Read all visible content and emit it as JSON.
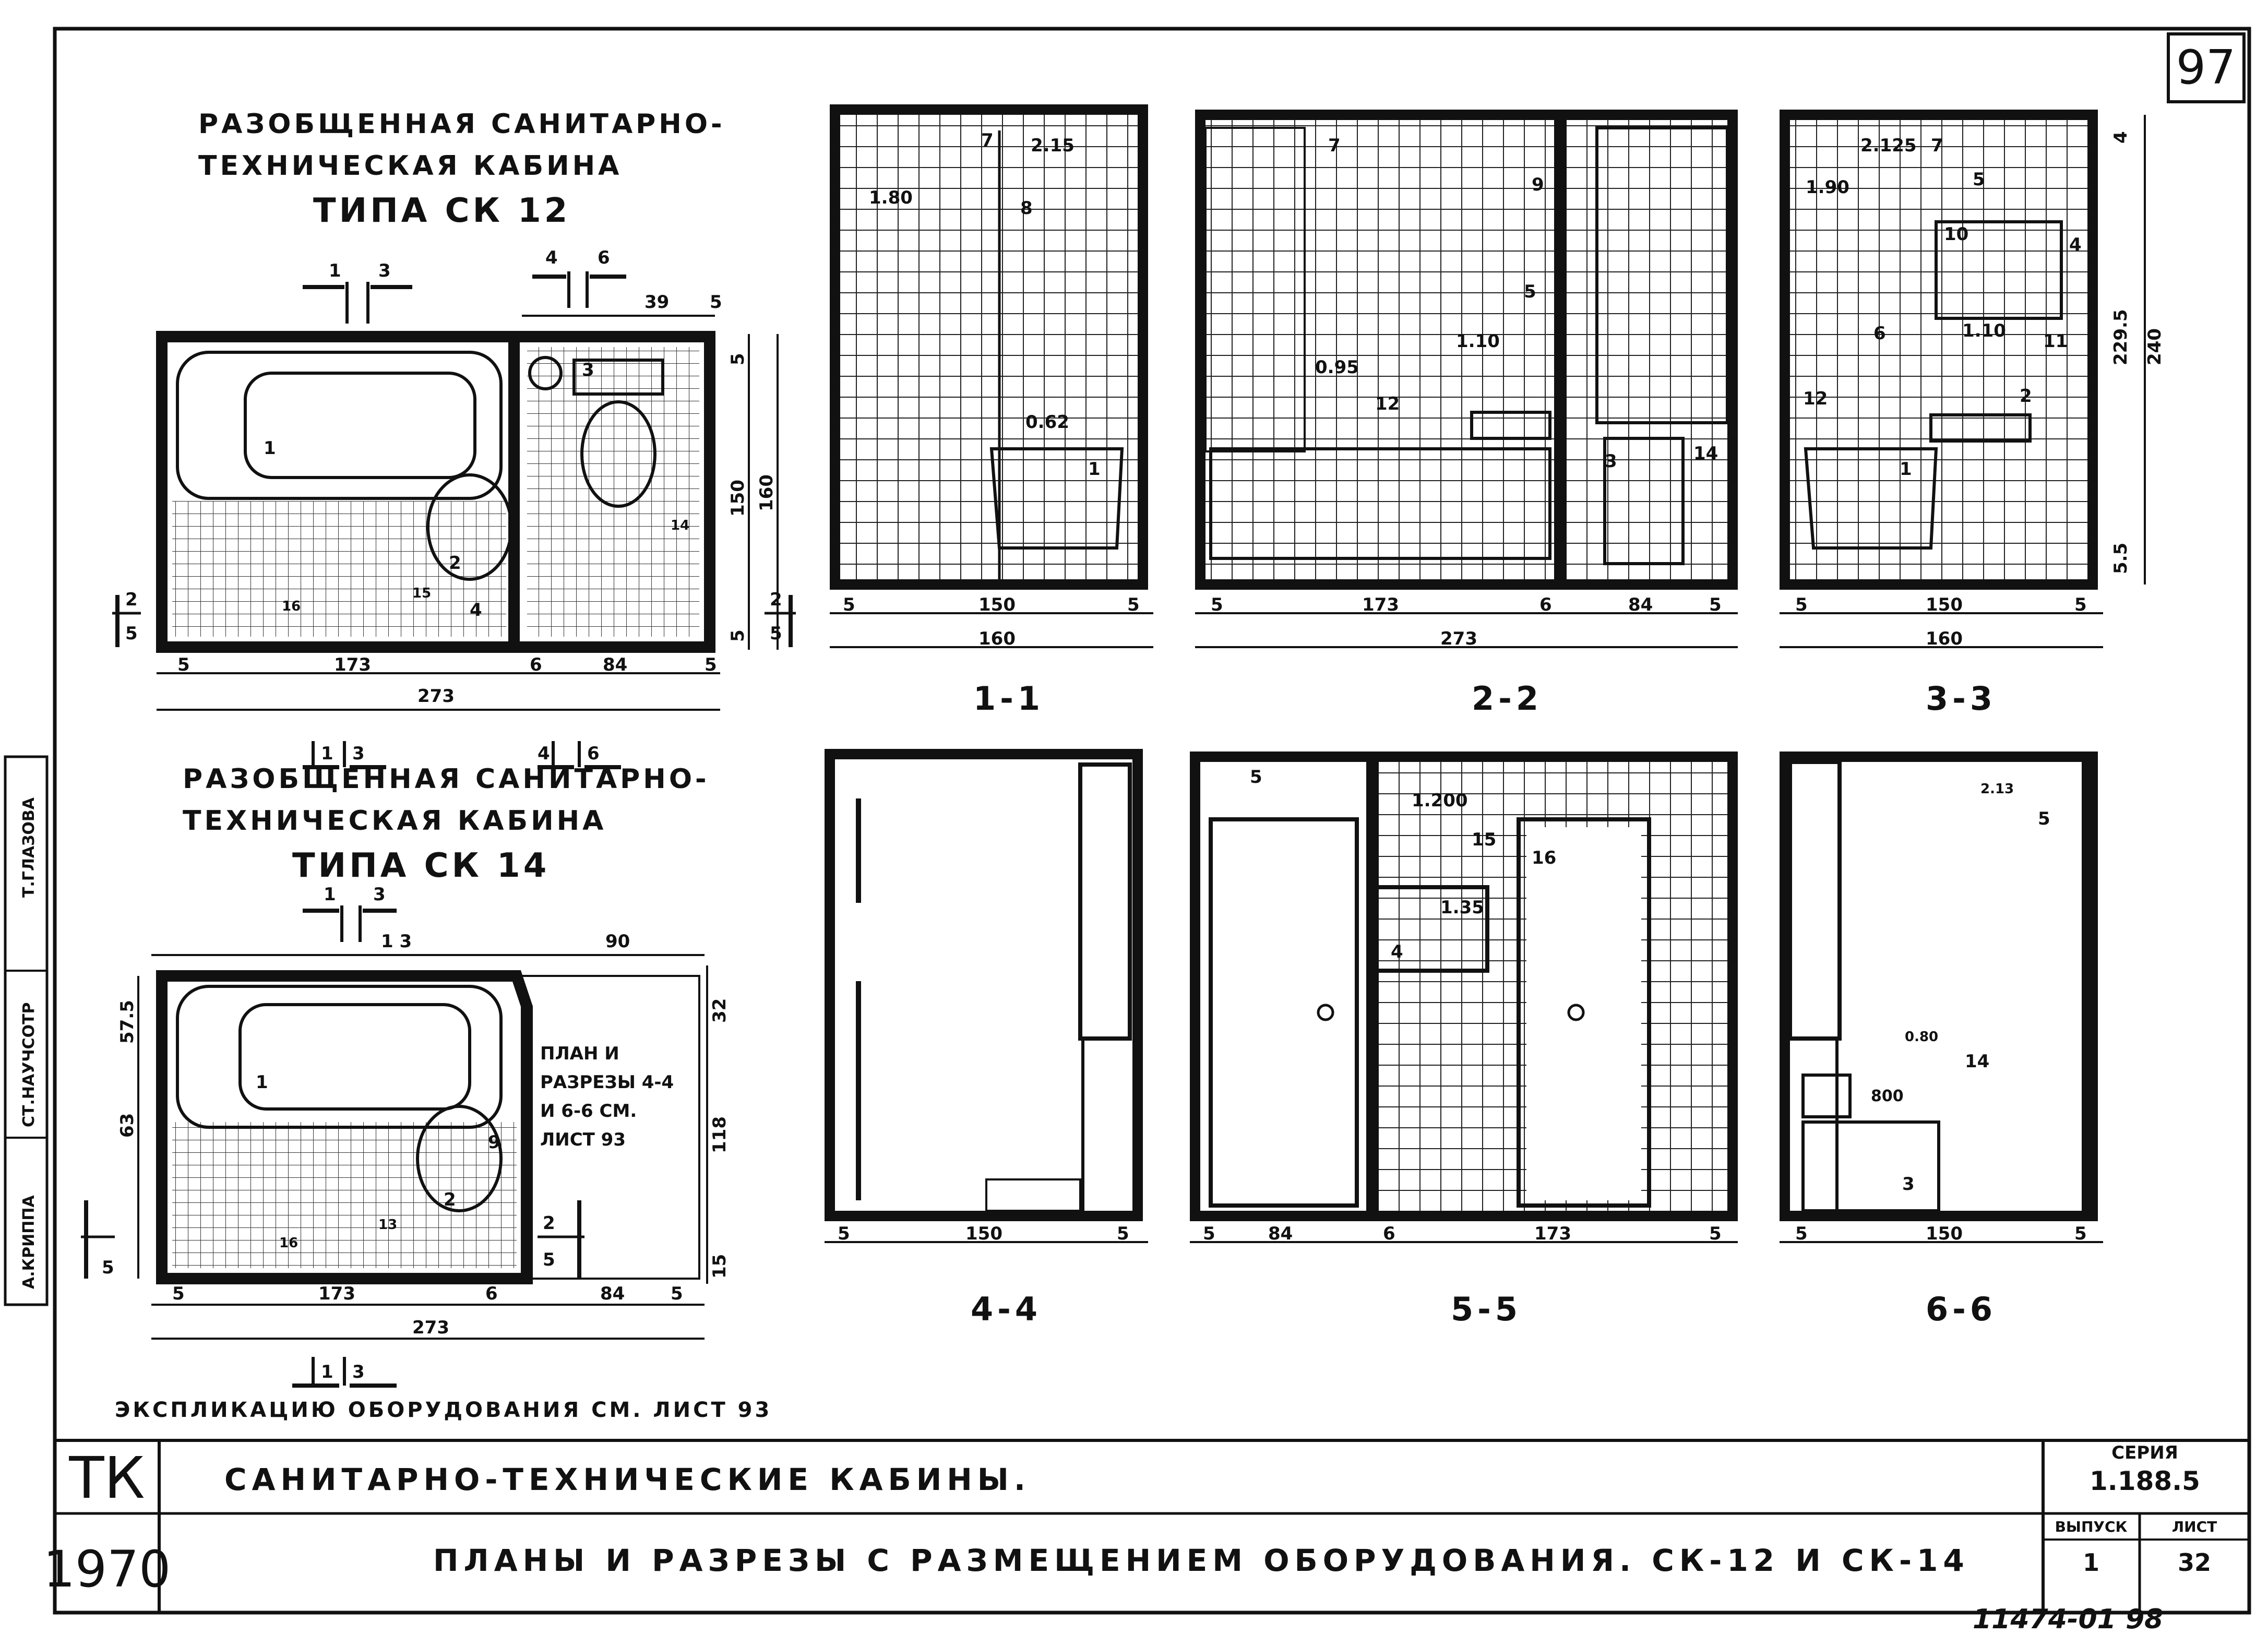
{
  "sheet": {
    "number": "97",
    "stamp": "11474-01 98"
  },
  "plan_ck12": {
    "title_line1": "РАЗОБЩЕННАЯ САНИТАРНО-",
    "title_line2": "ТЕХНИЧЕСКАЯ КАБИНА",
    "title_line3": "ТИПА СК 12",
    "cut_top": [
      "1",
      "3",
      "4",
      "6"
    ],
    "cut_bottom": [
      "1",
      "3",
      "4",
      "6"
    ],
    "dims_bottom": [
      "5",
      "173",
      "6",
      "84",
      "5"
    ],
    "dim_total": "273",
    "dims_top": [
      "39",
      "5"
    ],
    "dims_right": [
      "5",
      "150",
      "5",
      "160"
    ],
    "side_cuts": [
      "2",
      "5",
      "2",
      "5"
    ],
    "labels": [
      "1",
      "2",
      "3",
      "4",
      "14",
      "15",
      "16"
    ]
  },
  "plan_ck14": {
    "title_line1": "РАЗОБЩЕННАЯ САНИТАРНО-",
    "title_line2": "ТЕХНИЧЕСКАЯ КАБИНА",
    "title_line3": "ТИПА СК 14",
    "cut_top": [
      "1",
      "3"
    ],
    "cut_bottom": [
      "1",
      "3"
    ],
    "dim_top_left": "1 3",
    "dim_top_right": "90",
    "dims_left": [
      "57.5",
      "63",
      "5"
    ],
    "dims_right": [
      "32",
      "118",
      "15"
    ],
    "dims_bottom": [
      "5",
      "173",
      "6",
      "84",
      "5"
    ],
    "dim_total": "273",
    "note_lines": [
      "ПЛАН И",
      "РАЗРЕЗЫ 4-4",
      "И 6-6 СМ.",
      "ЛИСТ 93"
    ],
    "side_cuts": [
      "2",
      "5"
    ],
    "labels": [
      "1",
      "2",
      "9",
      "13",
      "16"
    ],
    "footnote": "ЭКСПЛИКАЦИЮ ОБОРУДОВАНИЯ СМ. ЛИСТ 93"
  },
  "sections": [
    {
      "label": "1-1",
      "dims": [
        "5",
        "150",
        "5"
      ],
      "total": "160",
      "marks": [
        "7",
        "2.15",
        "1.80",
        "8",
        "0.62",
        "1"
      ]
    },
    {
      "label": "2-2",
      "dims": [
        "5",
        "173",
        "6",
        "84",
        "5"
      ],
      "total": "273",
      "marks": [
        "7",
        "9",
        "5",
        "1.10",
        "0.95",
        "12",
        "3",
        "14"
      ]
    },
    {
      "label": "3-3",
      "dims": [
        "5",
        "150",
        "5"
      ],
      "total": "160",
      "marks": [
        "2.125",
        "7",
        "1.90",
        "5",
        "10",
        "4",
        "6",
        "1.10",
        "11",
        "12",
        "2",
        "1",
        "229.5",
        "240",
        "5.5",
        "4"
      ]
    },
    {
      "label": "4-4",
      "dims": [
        "5",
        "150",
        "5"
      ],
      "marks": []
    },
    {
      "label": "5-5",
      "dims": [
        "5",
        "84",
        "6",
        "173",
        "5"
      ],
      "marks": [
        "5",
        "1.200",
        "15",
        "16",
        "1.35",
        "4"
      ]
    },
    {
      "label": "6-6",
      "dims": [
        "5",
        "150",
        "5"
      ],
      "marks": [
        "2.13",
        "5",
        "0.80",
        "14",
        "800",
        "3"
      ]
    }
  ],
  "side_stamp": [
    "А.КРИППА",
    "СТ.НАУЧСОТР",
    "Т.ГЛАЗОВА"
  ],
  "title_block": {
    "org": "ТК",
    "year": "1970",
    "title1": "САНИТАРНО-ТЕХНИЧЕСКИЕ КАБИНЫ.",
    "title2": "ПЛАНЫ И РАЗРЕЗЫ С РАЗМЕЩЕНИЕМ ОБОРУДОВАНИЯ. СК-12 И СК-14",
    "series_label": "СЕРИЯ",
    "series_value": "1.188.5",
    "issue_label": "ВЫПУСК",
    "issue_value": "1",
    "sheet_label": "ЛИСТ",
    "sheet_value": "32"
  }
}
